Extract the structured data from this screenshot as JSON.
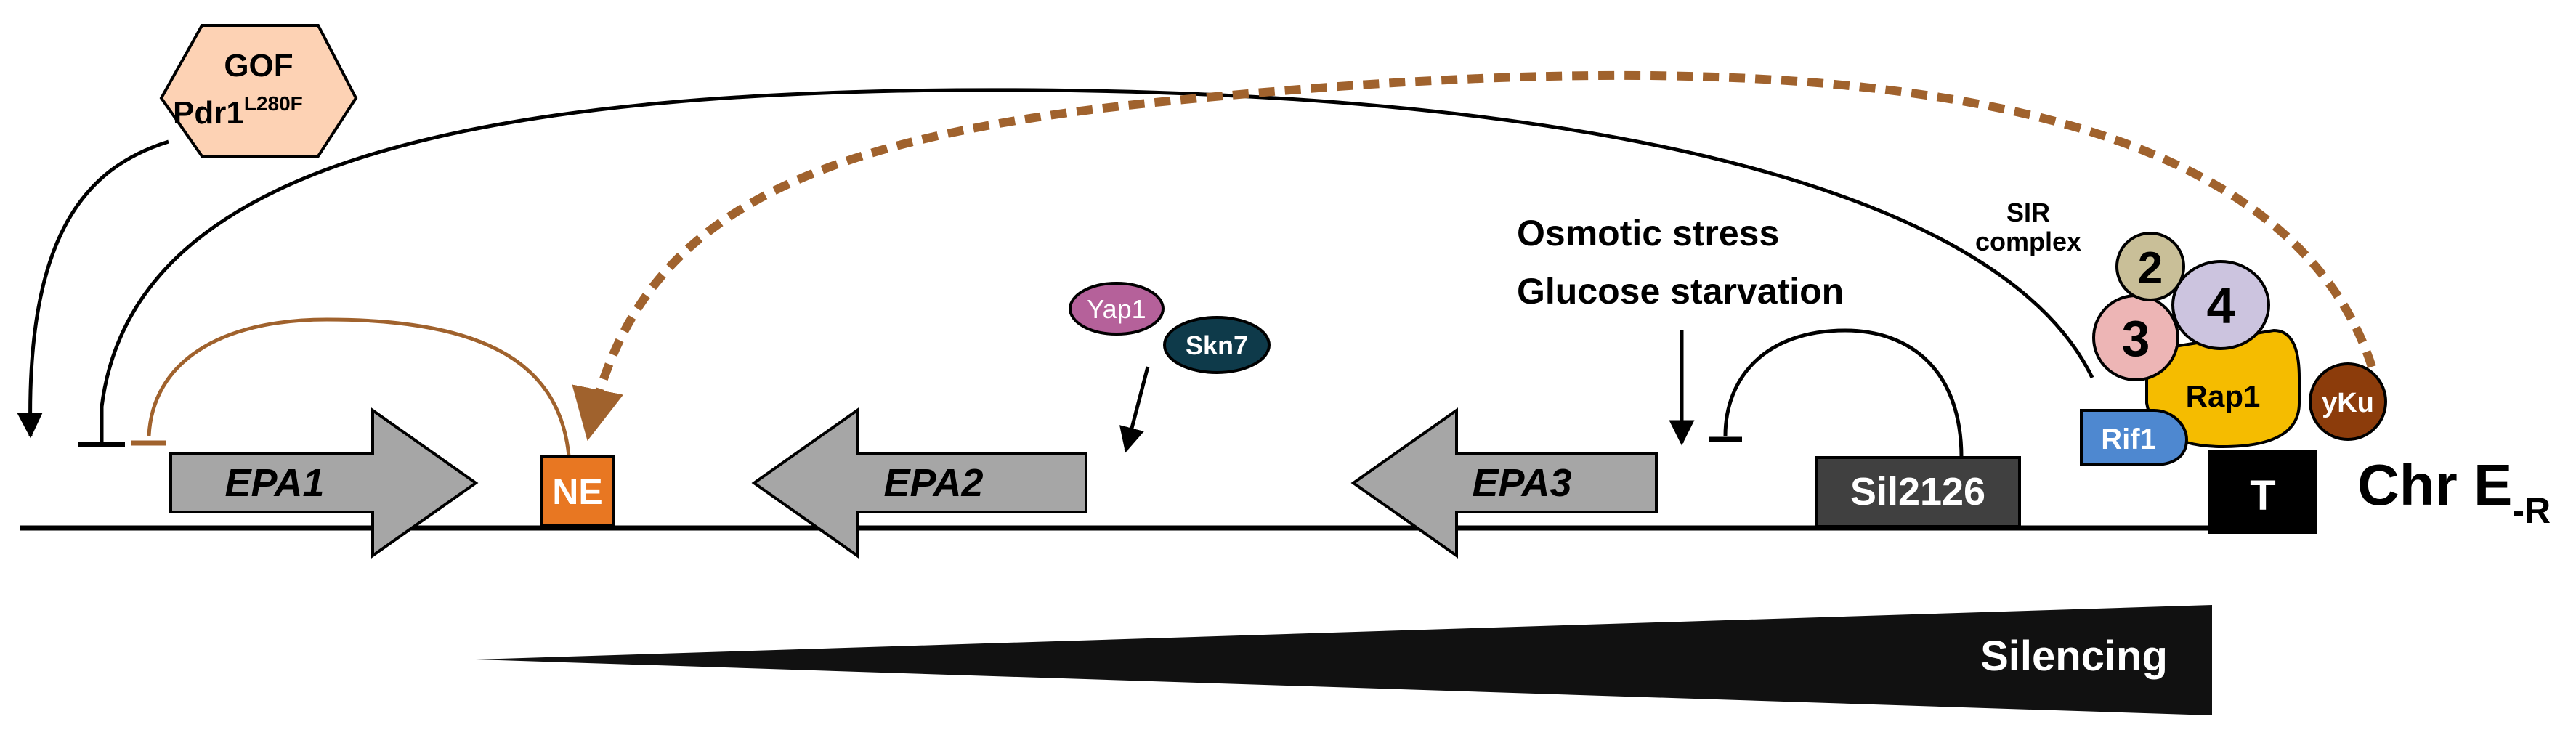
{
  "diagram": {
    "gof": {
      "line1": "GOF",
      "line2": "Pdr1",
      "superscript": "L280F",
      "fill": "#FDD2B4"
    },
    "genes": {
      "epa1": "EPA1",
      "ne": "NE",
      "epa2": "EPA2",
      "epa3": "EPA3",
      "sil2126": "Sil2126",
      "telomere": "T"
    },
    "chromosome": {
      "main": "Chr E",
      "subscript": "-R"
    },
    "factors": {
      "yap1": "Yap1",
      "skn7": "Skn7"
    },
    "stress": {
      "line1": "Osmotic stress",
      "line2": "Glucose starvation"
    },
    "sir_complex": {
      "label_line1": "SIR",
      "label_line2": "complex",
      "sir2": "2",
      "sir3": "3",
      "sir4": "4",
      "rap1": "Rap1",
      "rif1": "Rif1",
      "yku": "yKu"
    },
    "silencing": "Silencing",
    "colors": {
      "gene_gray": "#A6A6A6",
      "ne_orange": "#E87722",
      "sil_dark": "#404040",
      "brown_link": "#A0622D",
      "yap1": "#B5619A",
      "skn7": "#0E3A4A",
      "sir2": "#C9BF98",
      "sir3": "#EDB5B5",
      "sir4": "#CCC4DF",
      "rap1": "#F5BC00",
      "rif1": "#4E88D0",
      "yku": "#8C3C0B"
    }
  }
}
